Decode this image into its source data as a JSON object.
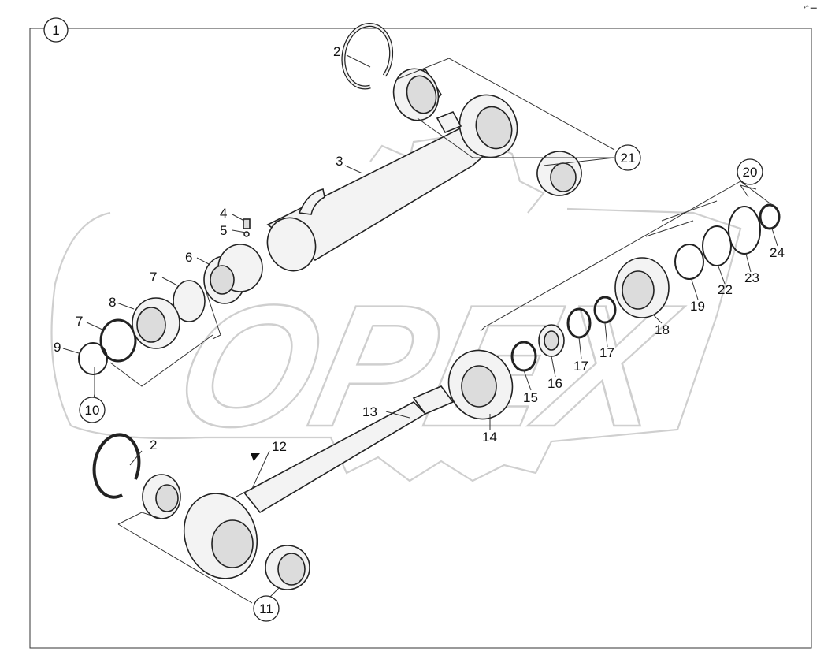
{
  "diagram": {
    "watermark": "OPEX",
    "corner_mark": "•^ ▬",
    "colors": {
      "line": "#222222",
      "part_fill": "#f3f3f3",
      "watermark": "#cfcfcf"
    },
    "callouts": [
      {
        "id": "c1",
        "text": "1",
        "circled": true
      },
      {
        "id": "c2a",
        "text": "2"
      },
      {
        "id": "c2b",
        "text": "2"
      },
      {
        "id": "c3",
        "text": "3"
      },
      {
        "id": "c4",
        "text": "4"
      },
      {
        "id": "c5",
        "text": "5"
      },
      {
        "id": "c6",
        "text": "6"
      },
      {
        "id": "c7a",
        "text": "7"
      },
      {
        "id": "c7b",
        "text": "7"
      },
      {
        "id": "c8",
        "text": "8"
      },
      {
        "id": "c9",
        "text": "9"
      },
      {
        "id": "c10",
        "text": "10",
        "circled": true
      },
      {
        "id": "c11",
        "text": "11",
        "circled": true
      },
      {
        "id": "c12",
        "text": "12"
      },
      {
        "id": "c13",
        "text": "13"
      },
      {
        "id": "c14",
        "text": "14"
      },
      {
        "id": "c15",
        "text": "15"
      },
      {
        "id": "c16",
        "text": "16"
      },
      {
        "id": "c17a",
        "text": "17"
      },
      {
        "id": "c17b",
        "text": "17"
      },
      {
        "id": "c18",
        "text": "18"
      },
      {
        "id": "c19",
        "text": "19"
      },
      {
        "id": "c20",
        "text": "20",
        "circled": true
      },
      {
        "id": "c21",
        "text": "21",
        "circled": true
      },
      {
        "id": "c22",
        "text": "22"
      },
      {
        "id": "c23",
        "text": "23"
      },
      {
        "id": "c24",
        "text": "24"
      }
    ]
  }
}
